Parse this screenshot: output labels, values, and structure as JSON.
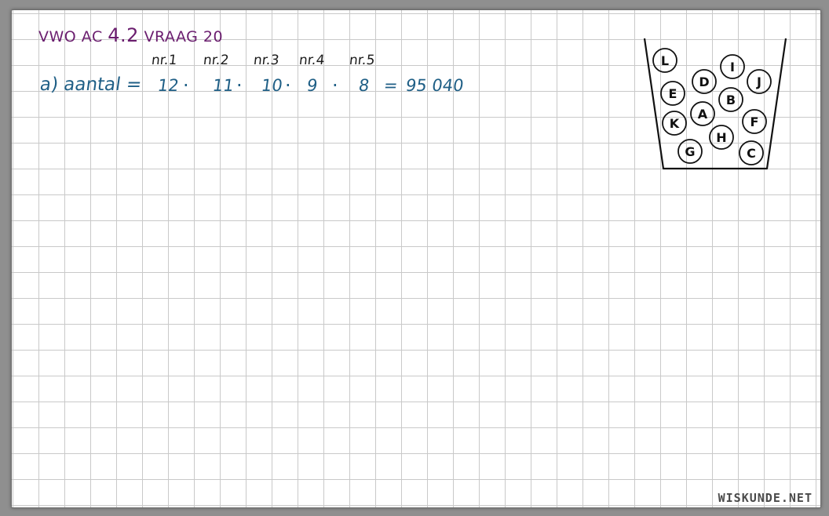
{
  "title": {
    "prefix": "VWO AC",
    "chapter": "4.2",
    "suffix": "VRAAG 20"
  },
  "positions": [
    "nr.1",
    "nr.2",
    "nr.3",
    "nr.4",
    "nr.5"
  ],
  "answer": {
    "label": "a) aantal =",
    "factors": [
      "12",
      "11",
      "10",
      "9",
      "8"
    ],
    "dot": "·",
    "equals": "=",
    "result": "95 040"
  },
  "urn": {
    "balls": [
      "L",
      "I",
      "D",
      "J",
      "E",
      "B",
      "A",
      "F",
      "K",
      "H",
      "G",
      "C"
    ]
  },
  "watermark": "WISKUNDE.NET",
  "colors": {
    "title": "#6a1d6e",
    "answer": "#1f5f86",
    "ink": "#1a1a1a",
    "grid": "#c9c9c9"
  }
}
